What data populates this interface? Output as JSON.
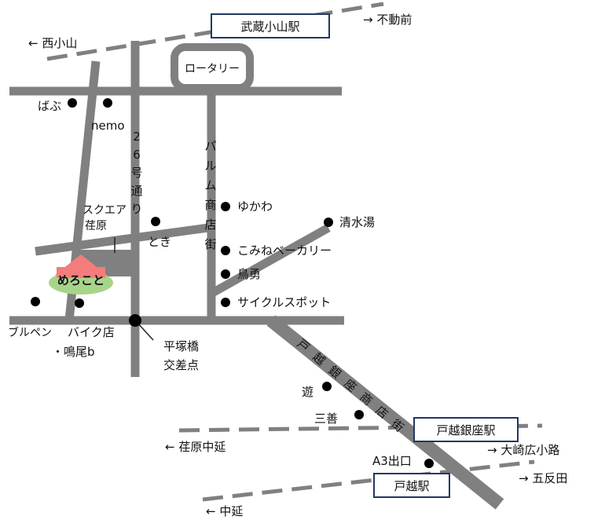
{
  "stations": {
    "musashi_koyama": "武蔵小山駅",
    "togoshi_ginza": "戸越銀座駅",
    "togoshi": "戸越駅"
  },
  "rotary": "ロータリー",
  "directions": {
    "fudomae": "→ 不動前",
    "nishikoyama": "← 西小山",
    "ebara_nakanobu": "← 荏原中延",
    "osaki_hirokoji": "→ 大崎広小路",
    "gotanda": "→ 五反田",
    "nakanobu": "← 中延"
  },
  "streets": {
    "route26": [
      "2",
      "6",
      "号",
      "通",
      "り"
    ],
    "palm": [
      "パ",
      "ル",
      "ム",
      "商",
      "店",
      "街"
    ],
    "togoshi_ginza": [
      "戸",
      "越",
      "銀",
      "座",
      "商",
      "店",
      "街"
    ]
  },
  "places": {
    "babu": "ばぶ",
    "nemo": "nemo",
    "toki": "とき",
    "yukawa": "ゆかわ",
    "seimizuyu": "清水湯",
    "komine": "こみねベーカリー",
    "torisan": "鳥勇",
    "cycle": "サイクルスポット",
    "square": [
      "スクエア",
      "荏原"
    ],
    "buruper": "ブルペン",
    "bike": "バイク店",
    "naruo": "・鳴尾b",
    "hiratsukabashi": [
      "平塚橋",
      "交差点"
    ],
    "yu": "遊",
    "sanzen": "三善",
    "a3": "A3出口"
  },
  "shop": {
    "name": "めろこと",
    "roof_color": "#f47c7c",
    "base_color": "#a8d48a"
  },
  "colors": {
    "road": "#808080",
    "dashed": "#808080",
    "station_border": "#1f3864"
  }
}
